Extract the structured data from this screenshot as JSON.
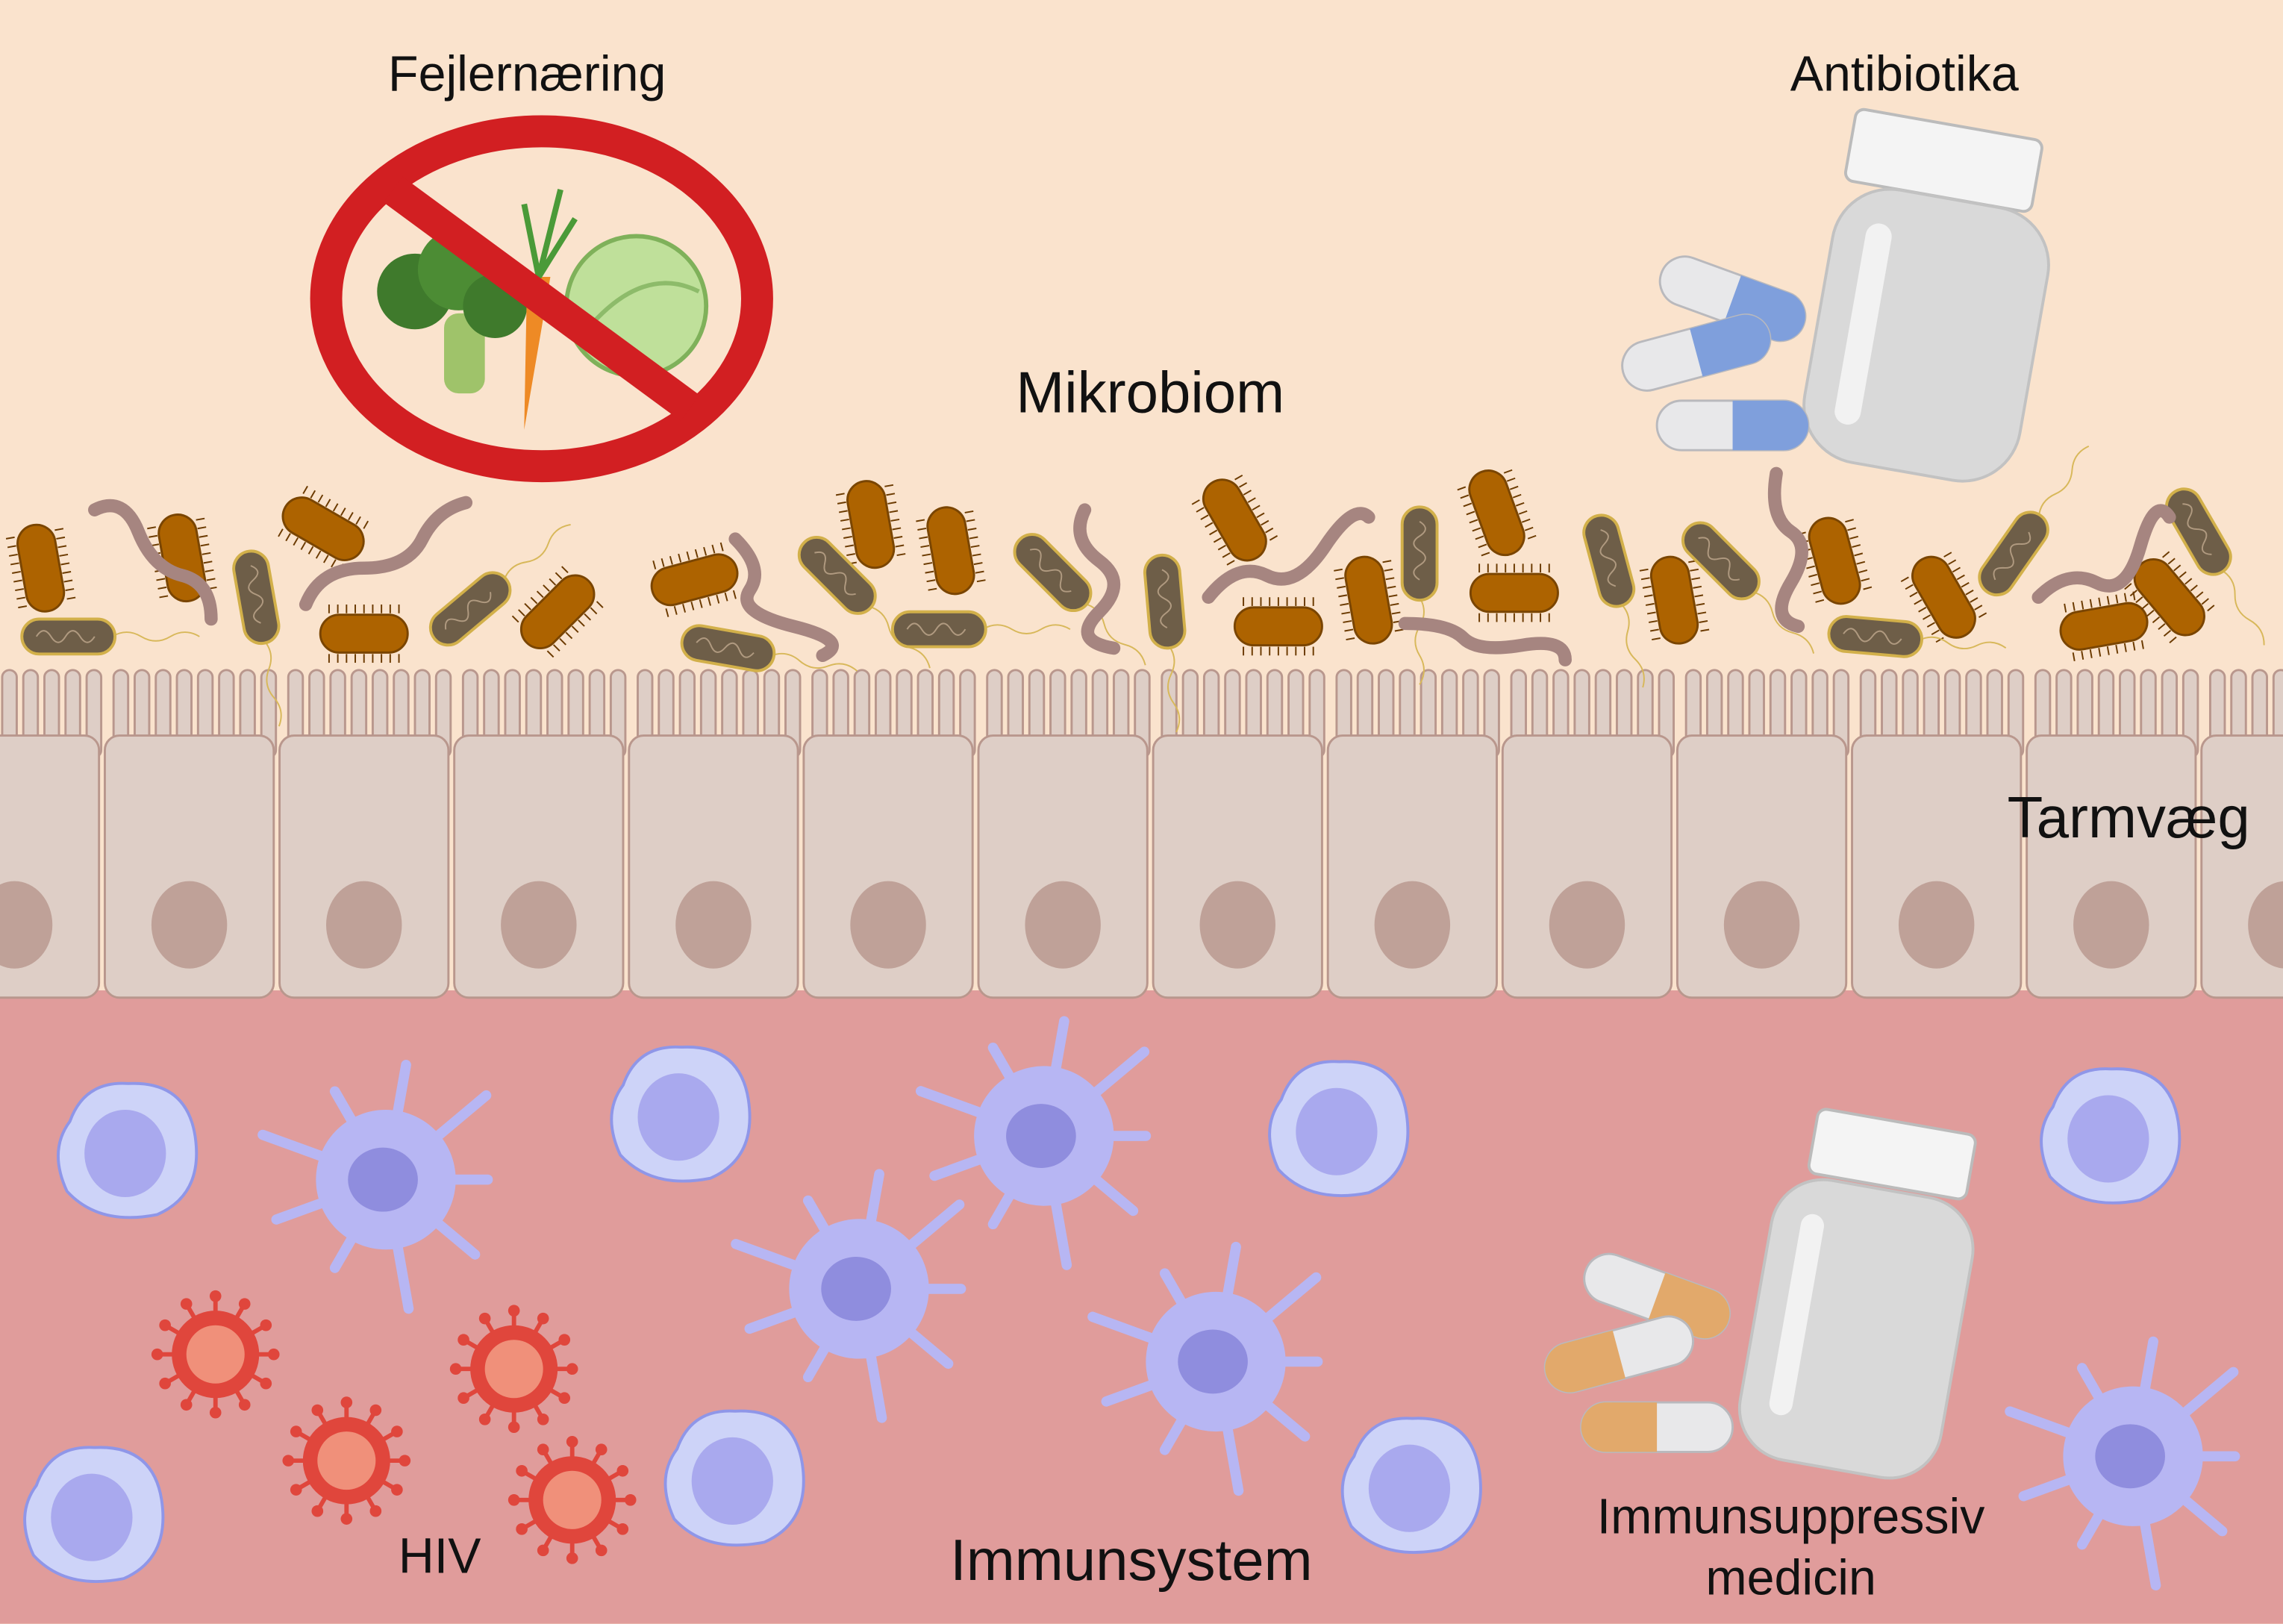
{
  "labels": {
    "malnutrition": "Fejlernæring",
    "antibiotics": "Antibiotika",
    "microbiome": "Mikrobiom",
    "gut_wall": "Tarmvæg",
    "hiv": "HIV",
    "immune_system": "Immunsystem",
    "immunosuppressive_line1": "Immunsuppressiv",
    "immunosuppressive_line2": "medicin"
  },
  "colors": {
    "lumen": "#fae3cd",
    "tissue": "#e09c9b",
    "epithelium": "#decec6",
    "epithelium_outline": "#b9978d",
    "nucleus": "#bfa198",
    "bacteria_rod": "#ad6300",
    "bacteria_capsule": "#6e5e48",
    "spirochete": "#a68580",
    "prohibition": "#d21f22",
    "immune_cell": "#b7b6f3",
    "virus": "#e0463c",
    "capsule_blue": "#7f9fdc",
    "capsule_orange": "#e2a96b"
  }
}
